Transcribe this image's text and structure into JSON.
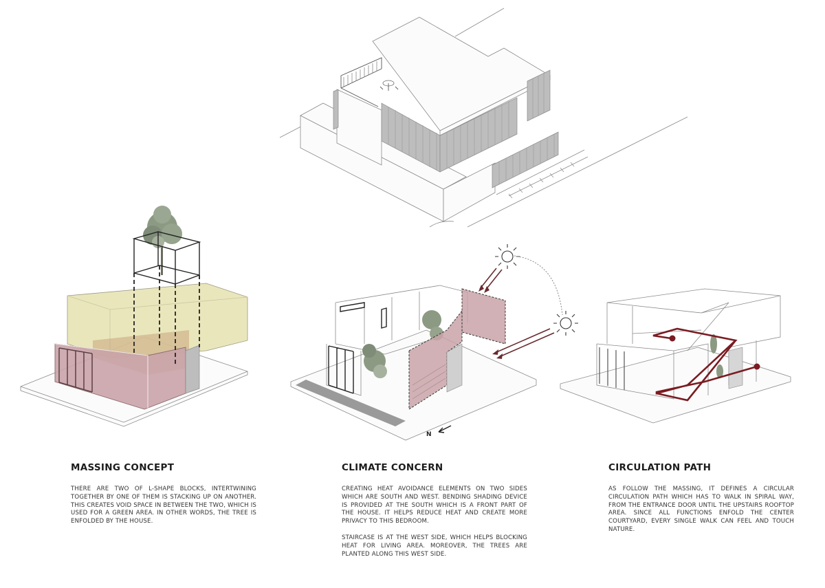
{
  "colors": {
    "upper_block": "#e6e2b0",
    "lower_block": "#c9a3a8",
    "shading_device": "#c9a3a8",
    "circulation_path": "#7a1c22",
    "line": "#8a8a8a",
    "text": "#2a2a2a"
  },
  "hero": {
    "label": "axonometric-house-view"
  },
  "panels": [
    {
      "id": "massing",
      "title": "MASSING CONCEPT",
      "paragraphs": [
        "There are two of L-shape blocks, intertwining together by one of them is stacking up on another. This creates void space in between the two, which is used for a green area. In other words, the tree is enfolded by the house."
      ]
    },
    {
      "id": "climate",
      "title": "CLIMATE CONCERN",
      "paragraphs": [
        "Creating heat avoidance elements on two sides which are south and west. Bending shading device is provided at the south which is a front part of the house. It helps reduce heat and create more privacy to this bedroom.",
        "Staircase is at the west side, which helps blocking heat for living area. Moreover, the trees are planted along this west side."
      ],
      "north_label": "N"
    },
    {
      "id": "circulation",
      "title": "CIRCULATION PATH",
      "paragraphs": [
        "As follow the massing, it defines a circular circulation path which has to walk in spiral way, from the entrance door until the upstairs rooftop area. Since all functions enfold the center courtyard, every single walk can feel and touch nature."
      ]
    }
  ]
}
